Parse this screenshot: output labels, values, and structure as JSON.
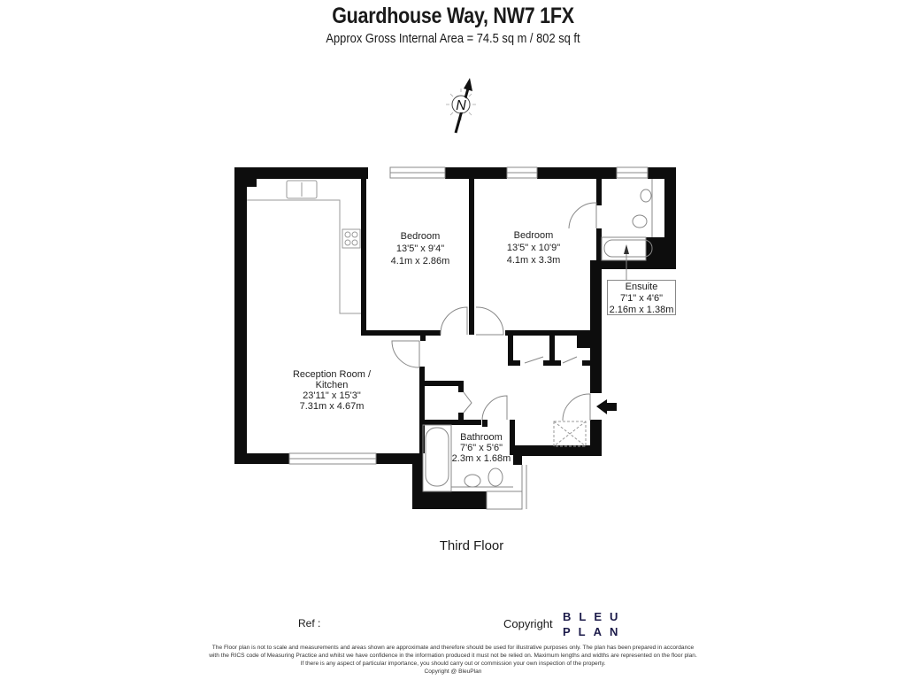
{
  "header": {
    "title": "Guardhouse Way, NW7 1FX",
    "subtitle": "Approx Gross Internal Area = 74.5 sq m / 802 sq ft"
  },
  "compass": {
    "label": "N"
  },
  "rooms": {
    "bedroom1": {
      "name": "Bedroom",
      "imperial": "13'5\" x 9'4\"",
      "metric": "4.1m x 2.86m"
    },
    "bedroom2": {
      "name": "Bedroom",
      "imperial": "13'5\" x 10'9\"",
      "metric": "4.1m x 3.3m"
    },
    "ensuite": {
      "name": "Ensuite",
      "imperial": "7'1\" x 4'6\"",
      "metric": "2.16m x 1.38m"
    },
    "reception": {
      "name_line1": "Reception Room /",
      "name_line2": "Kitchen",
      "imperial": "23'11\" x 15'3\"",
      "metric": "7.31m x 4.67m"
    },
    "bathroom": {
      "name": "Bathroom",
      "imperial": "7'6\" x 5'6\"",
      "metric": "2.3m x 1.68m"
    }
  },
  "floor_name": "Third Floor",
  "footer": {
    "ref_label": "Ref  :",
    "copyright_label": "Copyright",
    "logo_line1": "BLEU",
    "logo_line2": "PLAN",
    "logo_color": "#1c1b4a",
    "disclaimer": [
      "The Floor plan is not to scale and measurements and areas shown are approximate and therefore should be used for illustrative purposes only. The plan has been prepared in accordance",
      "with the RICS code of Measuring Practice and whilst we have confidence in the information produced it must not be relied on. Maximum lengths and widths are represented on the floor plan.",
      "If there is any aspect of particular importance, you should carry out or commission your own inspection of the property.",
      "Copyright @ BleuPlan"
    ]
  }
}
